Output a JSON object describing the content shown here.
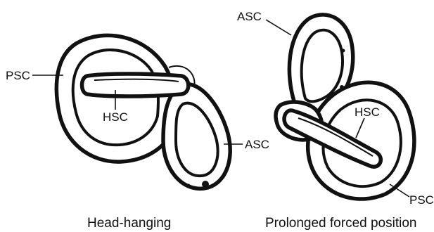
{
  "panels": [
    {
      "caption": "Head-hanging",
      "labels": {
        "psc": "PSC",
        "hsc": "HSC",
        "asc": "ASC"
      }
    },
    {
      "caption": "Prolonged forced position",
      "labels": {
        "asc": "ASC",
        "hsc": "HSC",
        "psc": "PSC"
      }
    }
  ]
}
